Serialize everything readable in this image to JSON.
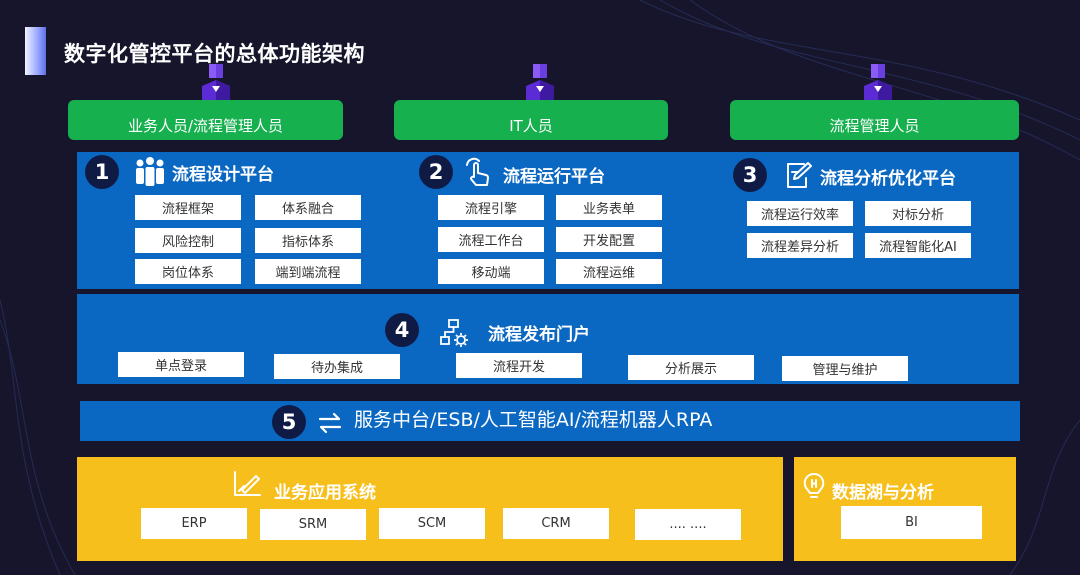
{
  "title": "数字化管控平台的总体功能架构",
  "roles": [
    "业务人员/流程管理人员",
    "IT人员",
    "流程管理人员"
  ],
  "modules": [
    {
      "num": "1",
      "title": "流程设计平台",
      "icon": "people-group-icon",
      "items": [
        "流程框架",
        "体系融合",
        "风险控制",
        "指标体系",
        "岗位体系",
        "端到端流程"
      ]
    },
    {
      "num": "2",
      "title": "流程运行平台",
      "icon": "hand-pointer-icon",
      "items": [
        "流程引擎",
        "业务表单",
        "流程工作台",
        "开发配置",
        "移动端",
        "流程运维"
      ]
    },
    {
      "num": "3",
      "title": "流程分析优化平台",
      "icon": "edit-document-icon",
      "items": [
        "流程运行效率",
        "对标分析",
        "流程差异分析",
        "流程智能化AI"
      ]
    }
  ],
  "portal": {
    "num": "4",
    "title": "流程发布门户",
    "icon": "flowchart-gear-icon",
    "items": [
      "单点登录",
      "待办集成",
      "流程开发",
      "分析展示",
      "管理与维护"
    ]
  },
  "bus": {
    "num": "5",
    "text": "服务中台/ESB/人工智能AI/流程机器人RPA",
    "icon": "exchange-arrows-icon"
  },
  "apps": {
    "title": "业务应用系统",
    "icon": "chart-pen-icon",
    "items": [
      "ERP",
      "SRM",
      "SCM",
      "CRM",
      ".... ...."
    ]
  },
  "datalake": {
    "title": "数据湖与分析",
    "icon": "data-lake-icon",
    "items": [
      "BI"
    ]
  },
  "colors": {
    "green": "#16b04f",
    "blue": "#0b68c2",
    "yellow": "#f7bf1c",
    "navy": "#0f1b45",
    "background": "#16152b"
  }
}
